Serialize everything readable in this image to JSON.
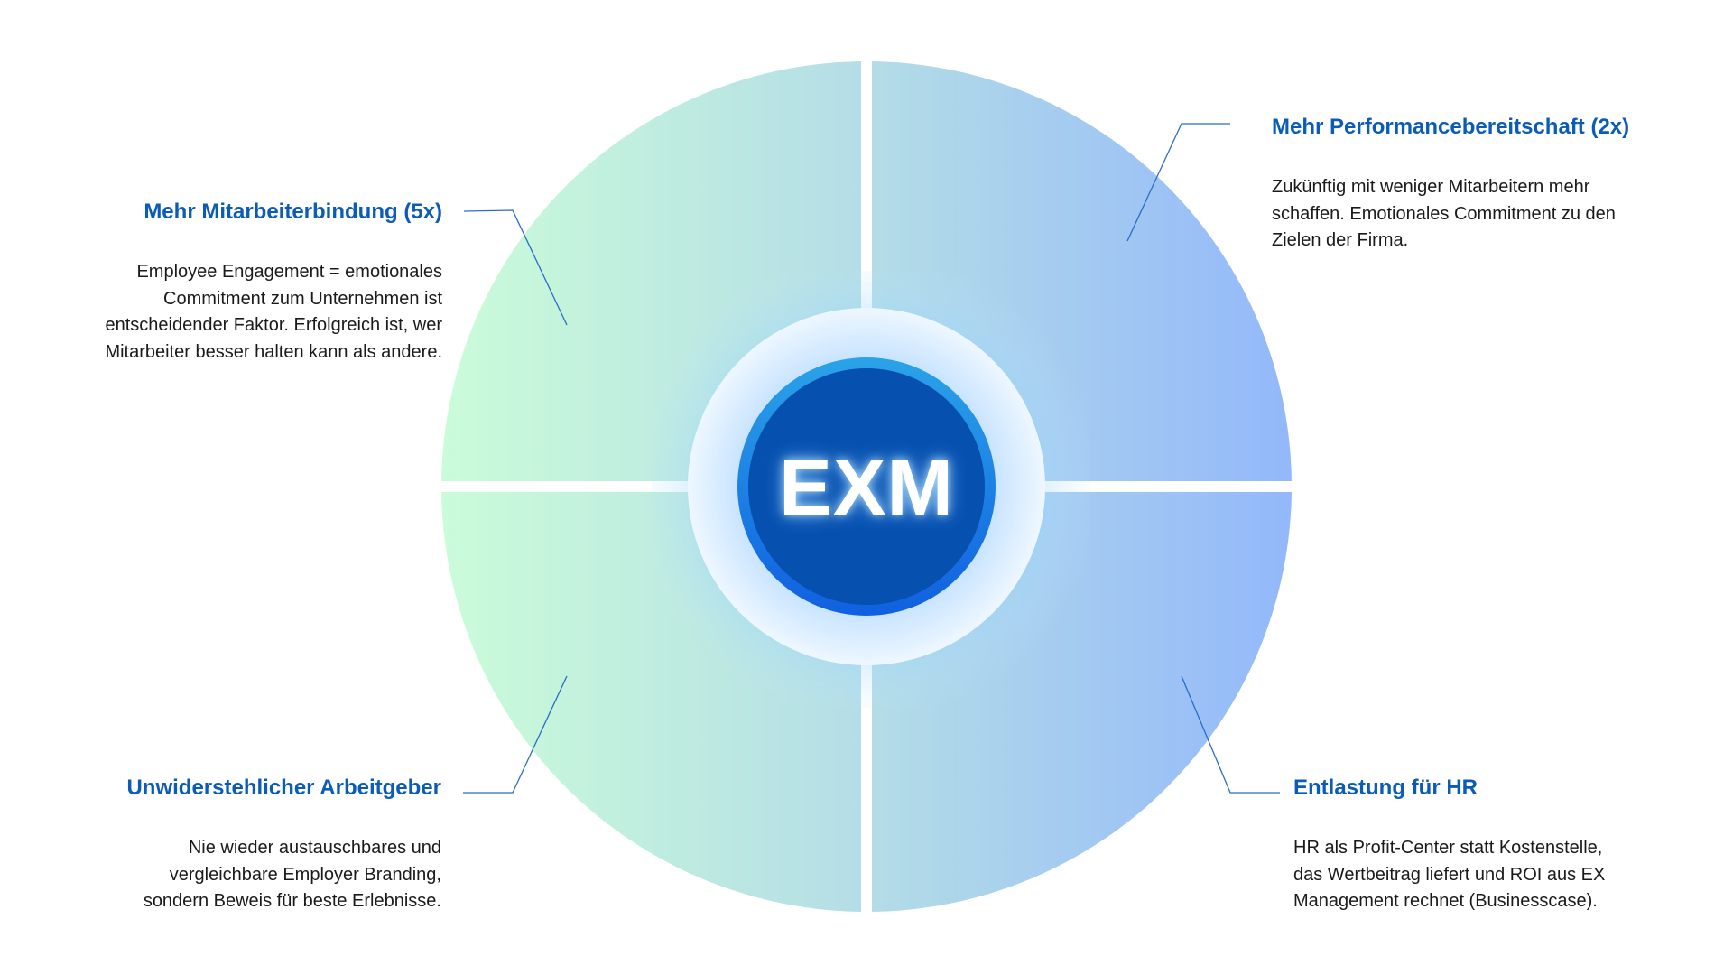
{
  "center": {
    "label": "EXM"
  },
  "quadrants": [
    {
      "id": "top-left",
      "title": "Mehr Mitarbeiterbindung (5x)",
      "body": [
        "Employee Engagement = emotionales",
        "Commitment zum Unternehmen ist",
        "entscheidender Faktor. Erfolgreich ist, wer",
        "Mitarbeiter besser halten kann  als andere."
      ]
    },
    {
      "id": "top-right",
      "title": "Mehr Performancebereitschaft (2x)",
      "body": [
        "Zukünftig mit weniger Mitarbeitern mehr",
        "schaffen. Emotionales Commitment zu den",
        "Zielen der Firma."
      ]
    },
    {
      "id": "bottom-left",
      "title": "Unwiderstehlicher Arbeitgeber",
      "body": [
        "Nie wieder austauschbares und",
        "vergleichbare Employer Branding,",
        "sondern Beweis für beste Erlebnisse."
      ]
    },
    {
      "id": "bottom-right",
      "title": "Entlastung für HR",
      "body": [
        "HR als Profit-Center statt Kostenstelle,",
        "das Wertbeitrag liefert und ROI aus EX",
        "Management rechnet (Businesscase)."
      ]
    }
  ],
  "colors": {
    "title": "#0a5cb8",
    "green": "#cbfcd9",
    "blue": "#93b8fb",
    "core": "#0650b0"
  }
}
